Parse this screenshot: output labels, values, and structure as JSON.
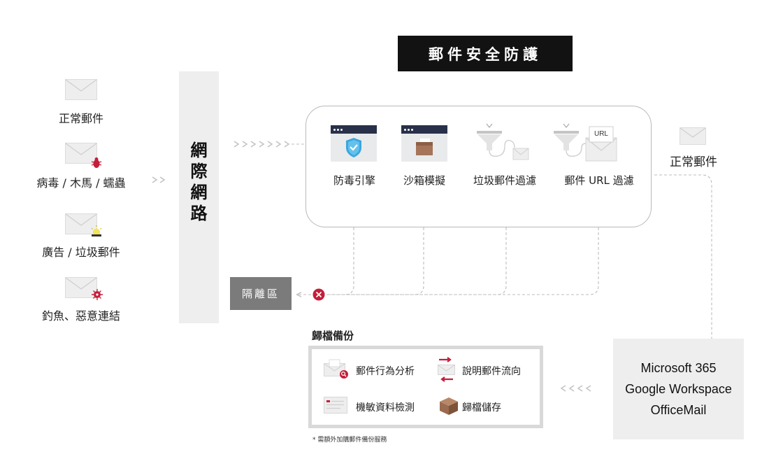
{
  "title": "郵件安全防護",
  "sources": [
    {
      "label": "正常郵件",
      "icon": "envelope-icon"
    },
    {
      "label": "病毒 / 木馬 / 蠕蟲",
      "icon": "bug-icon"
    },
    {
      "label": "廣告 / 垃圾郵件",
      "icon": "alert-lamp-icon"
    },
    {
      "label": "釣魚、惡意連結",
      "icon": "malware-icon"
    }
  ],
  "internet": "網\n際\n網\n路",
  "protection_steps": [
    {
      "label": "防毒引擎",
      "icon": "shield-check-icon"
    },
    {
      "label": "沙箱模擬",
      "icon": "sandbox-box-icon"
    },
    {
      "label": "垃圾郵件過濾",
      "icon": "funnel-envelope-icon"
    },
    {
      "label": "郵件 URL 過濾",
      "icon": "funnel-url-icon",
      "badge": "URL"
    }
  ],
  "output_label": "正常郵件",
  "quarantine_label": "隔離區",
  "archive": {
    "title": "歸檔備份",
    "items": [
      {
        "label": "郵件行為分析",
        "icon": "envelope-search-icon"
      },
      {
        "label": "說明郵件流向",
        "icon": "envelope-flow-icon"
      },
      {
        "label": "機敏資料檢測",
        "icon": "document-scan-icon"
      },
      {
        "label": "歸檔儲存",
        "icon": "archive-box-icon"
      }
    ],
    "note": "* 需額外加購郵件備份服務"
  },
  "providers": [
    "Microsoft 365",
    "Google Workspace",
    "OfficeMail"
  ],
  "colors": {
    "accent": "#c41e3a",
    "dark": "#121212",
    "window_bar": "#293049",
    "panel": "#eeeeee",
    "quarantine": "#7b7b7b"
  }
}
